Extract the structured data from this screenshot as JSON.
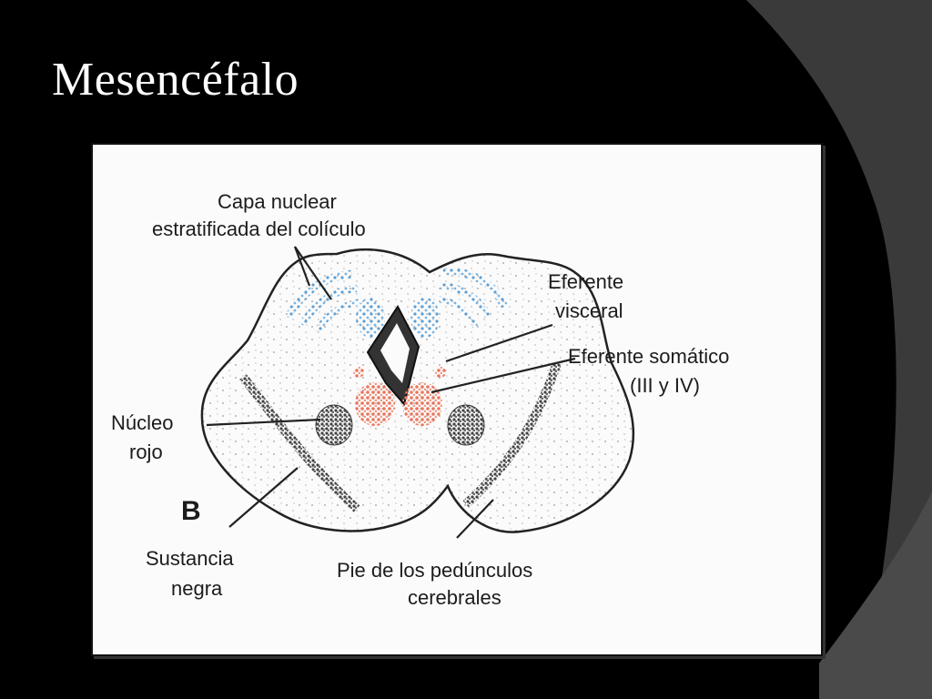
{
  "slide": {
    "title": "Mesencéfalo"
  },
  "figure": {
    "panel_letter": "B",
    "labels": {
      "capa_line1": "Capa nuclear",
      "capa_line2": "estratificada del colículo",
      "eferente_visceral_line1": "Eferente",
      "eferente_visceral_line2": "visceral",
      "eferente_somatico_line1": "Eferente somático",
      "eferente_somatico_line2": "(III y IV)",
      "nucleo_line1": "Núcleo",
      "nucleo_line2": "rojo",
      "sustancia_line1": "Sustancia",
      "sustancia_line2": "negra",
      "pie_line1": "Pie de los pedúnculos",
      "pie_line2": "cerebrales"
    }
  },
  "colors": {
    "background": "#000000",
    "corner_gray": "#3a3a3a",
    "colliculus_blue": "#5b9fd6",
    "efferent_red": "#e8755c"
  }
}
